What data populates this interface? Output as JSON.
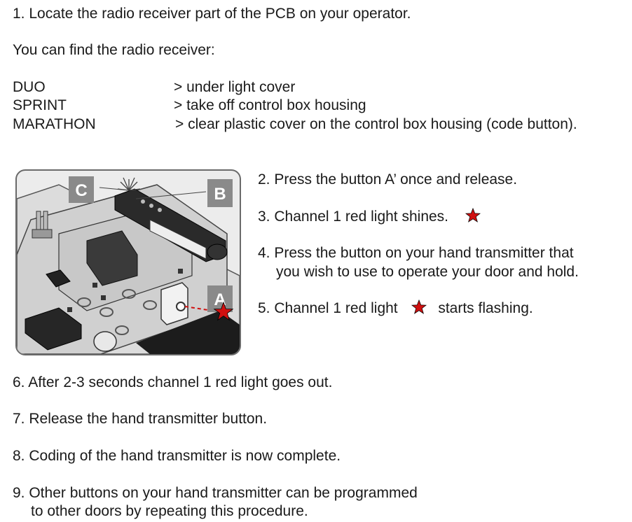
{
  "step1": "1. Locate the radio receiver part of the PCB on your operator.",
  "intro": "You can find the radio receiver:",
  "models": [
    {
      "name": "DUO",
      "location": ">  under light cover"
    },
    {
      "name": "SPRINT",
      "location": ">  take off control box housing"
    },
    {
      "name": "MARATHON",
      "location": "> clear plastic cover on the control box housing (code button)."
    }
  ],
  "figure": {
    "label_a": "A",
    "label_b": "B",
    "label_c": "C"
  },
  "steps_right": {
    "step2": "2. Press the button A’ once and release.",
    "step3": "3. Channel 1 red light shines.",
    "step4_line1": "4. Press the button on your hand transmitter that",
    "step4_line2": "you wish to use to operate your door and hold.",
    "step5_before": "5. Channel 1 red light",
    "step5_after": "starts flashing."
  },
  "steps_bottom": {
    "step6": "6. After 2-3 seconds channel 1 red light goes out.",
    "step7": "7. Release the hand transmitter button.",
    "step8": "8. Coding of the hand transmitter is now complete.",
    "step9_line1": "9. Other buttons on your hand transmitter can be programmed",
    "step9_line2": "to other doors by repeating this procedure."
  },
  "colors": {
    "text": "#1a1a1a",
    "star": "#d01010",
    "label_box": "#8a8a8a"
  }
}
